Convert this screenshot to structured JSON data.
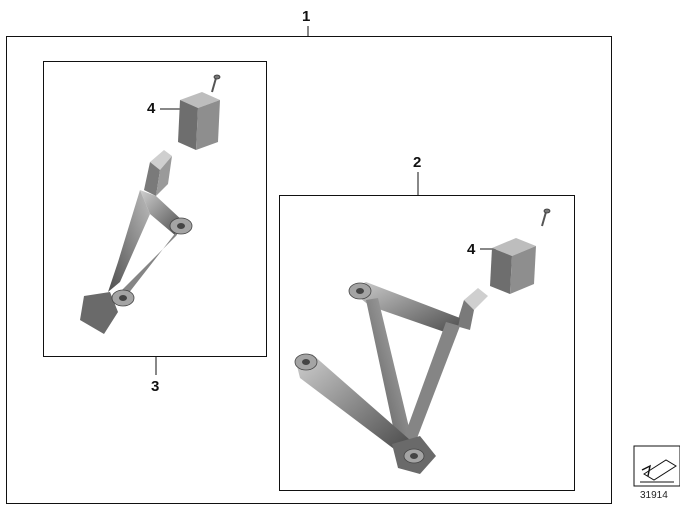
{
  "diagram": {
    "callouts": {
      "main_assembly": "1",
      "right_bracket_set": "2",
      "left_bracket_set": "3",
      "left_pad": "4",
      "right_pad": "4"
    },
    "catalog_number": "31914",
    "colors": {
      "frame": "#111111",
      "part_dark": "#5c5c5c",
      "part_mid": "#8a8a8a",
      "part_light": "#c2c2c2"
    },
    "icons": {
      "catalog_symbol": "arrow-plate-icon"
    }
  }
}
